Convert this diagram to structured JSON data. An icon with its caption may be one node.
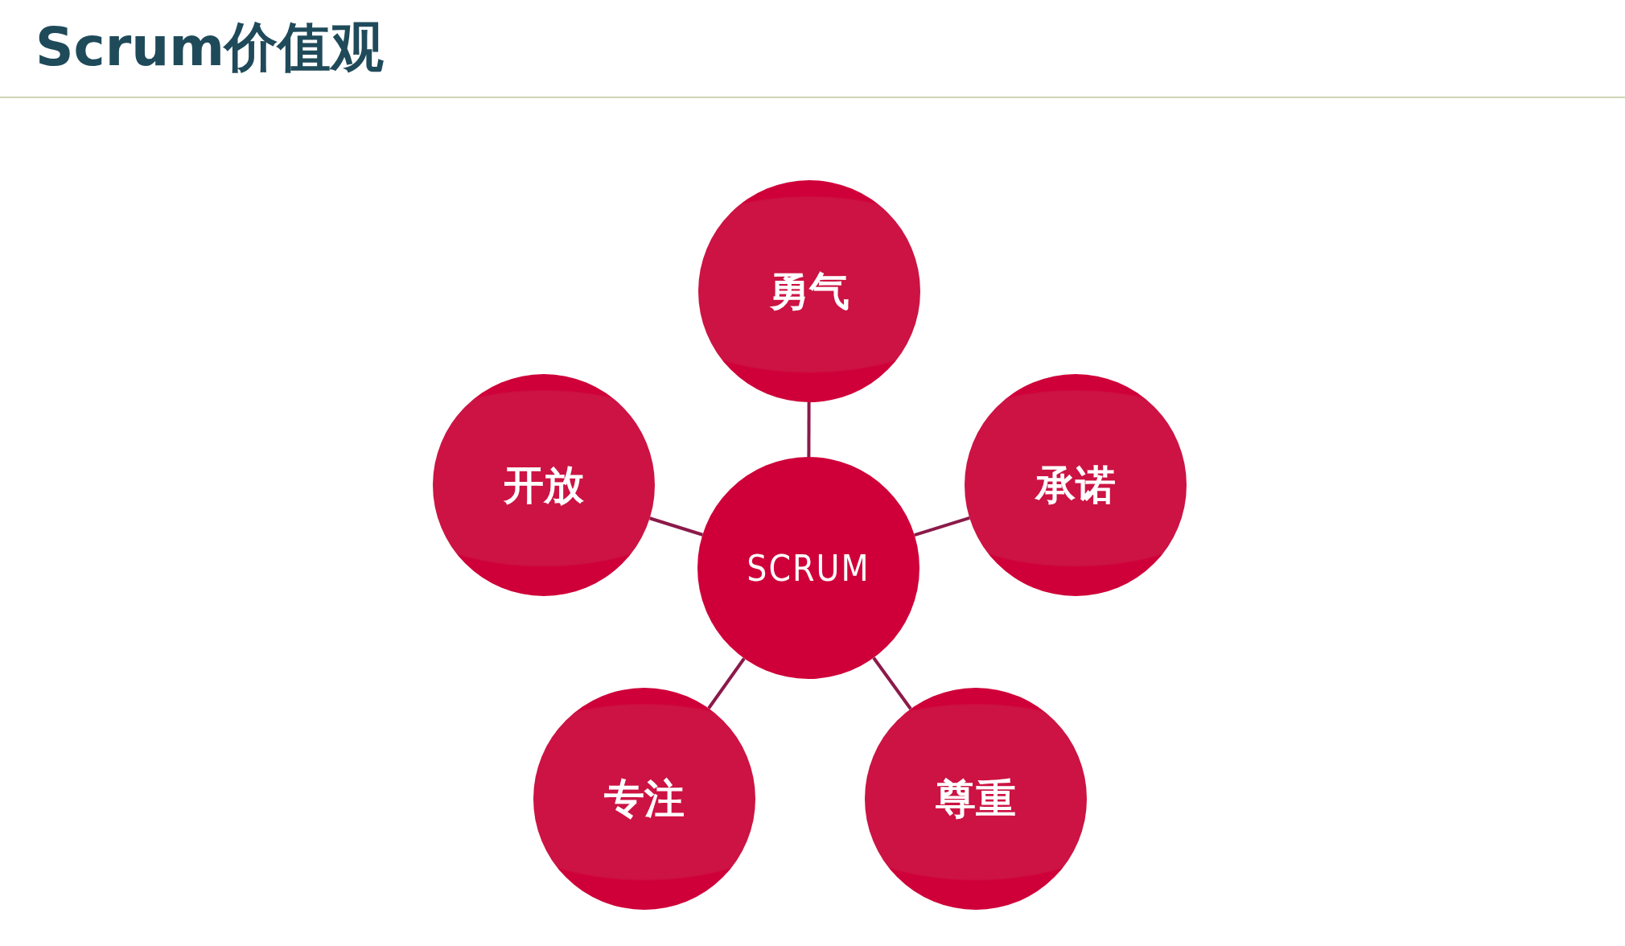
{
  "diagram": {
    "title": "Scrum价值观",
    "nodes": [
      {
        "text": [
          "SCRUM"
        ]
      },
      {
        "text": [
          "勇气"
        ]
      },
      {
        "text": [
          "开放"
        ]
      },
      {
        "text": [
          "承诺"
        ]
      },
      {
        "text": [
          "专注"
        ]
      },
      {
        "text": [
          "尊重"
        ]
      }
    ],
    "edges": [
      {
        "from": 0,
        "to": 1,
        "arrow": "none"
      },
      {
        "from": 0,
        "to": 2,
        "arrow": "none"
      },
      {
        "from": 0,
        "to": 3,
        "arrow": "none"
      },
      {
        "from": 0,
        "to": 4,
        "arrow": "none"
      },
      {
        "from": 0,
        "to": 5,
        "arrow": "none"
      }
    ]
  }
}
